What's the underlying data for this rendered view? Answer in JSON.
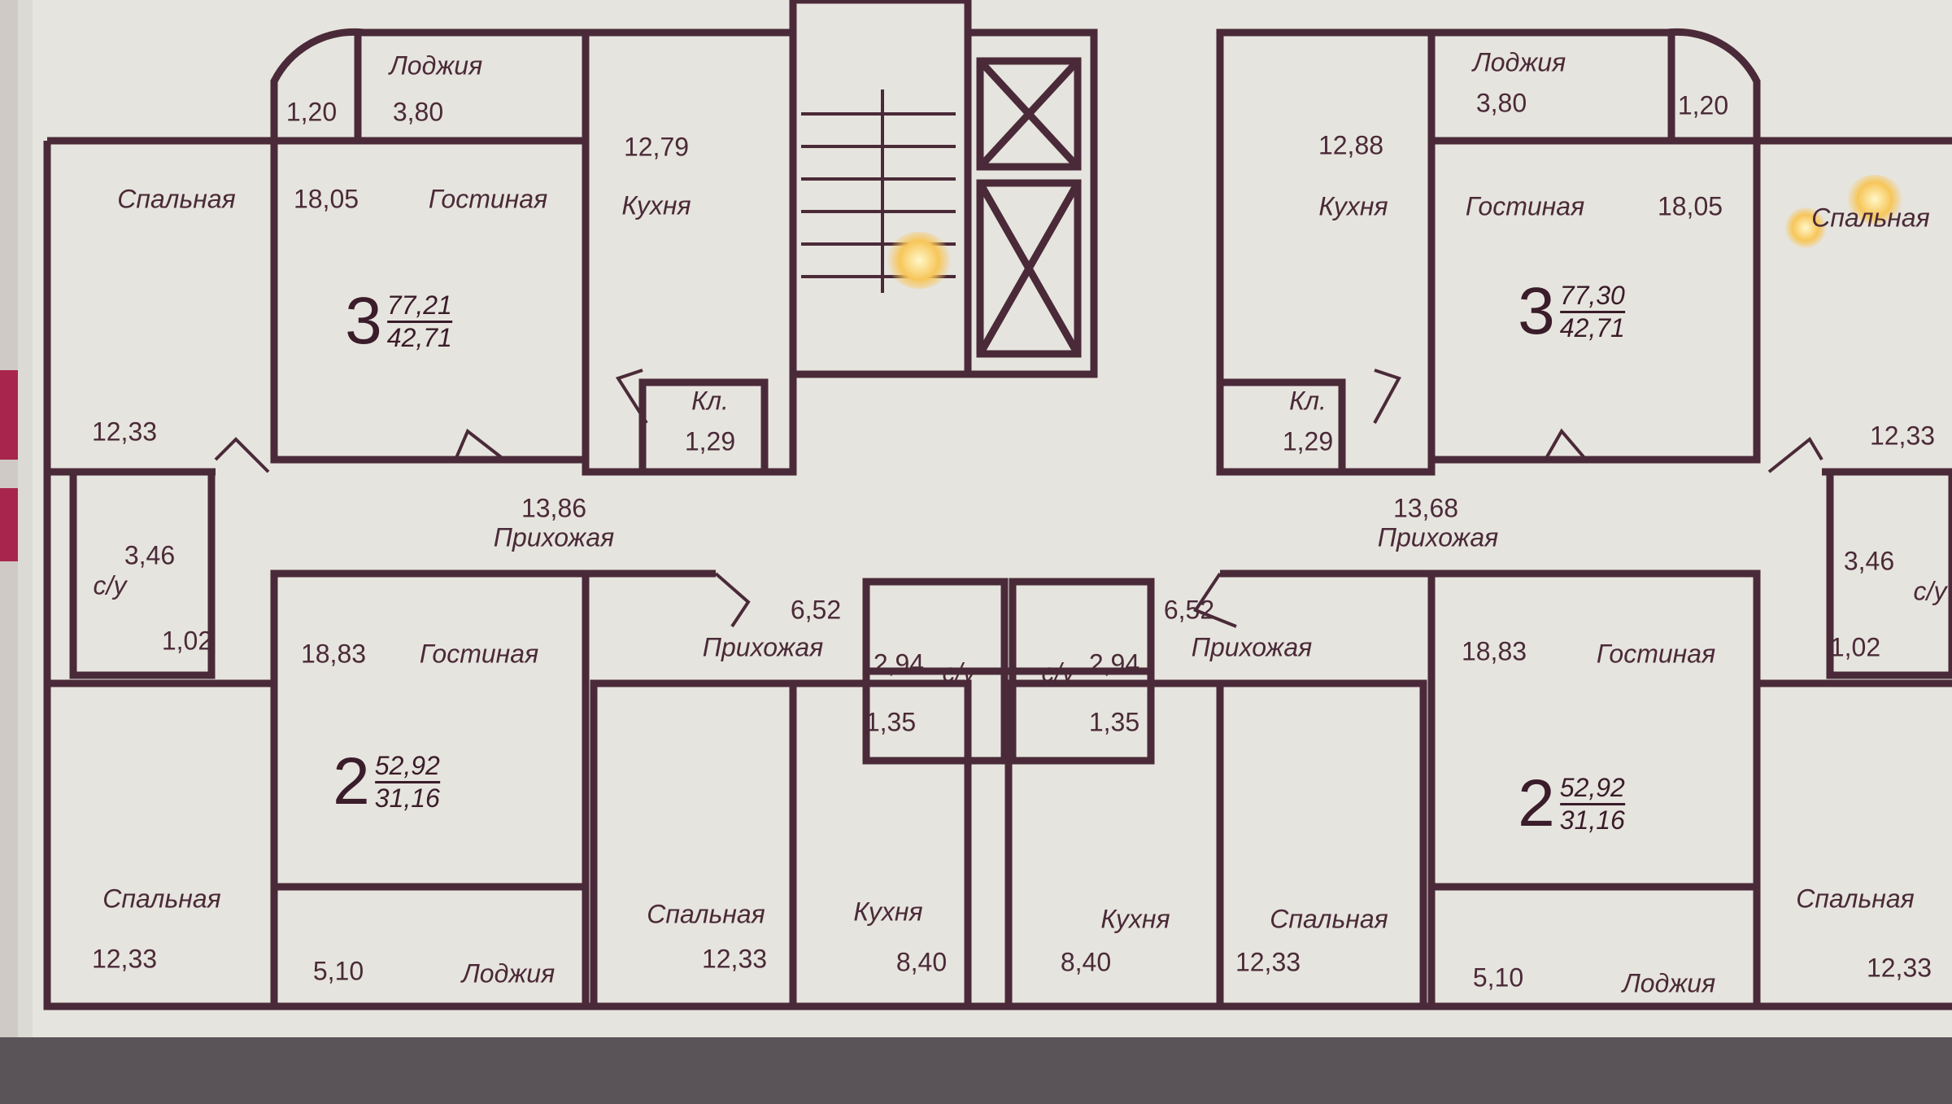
{
  "colors": {
    "wall": "#4a2a38",
    "paper": "#e6e4de",
    "edge": "#a8264e"
  },
  "apartments": [
    {
      "rooms": "3",
      "total": "77,21",
      "living": "42,71"
    },
    {
      "rooms": "3",
      "total": "77,30",
      "living": "42,71"
    },
    {
      "rooms": "2",
      "total": "52,92",
      "living": "31,16"
    },
    {
      "rooms": "2",
      "total": "52,92",
      "living": "31,16"
    }
  ],
  "labels": {
    "loggia": "Лоджия",
    "bedroom": "Спальная",
    "living": "Гостиная",
    "kitchen": "Кухня",
    "hall": "Прихожая",
    "pantry": "Кл.",
    "bath": "с/у"
  },
  "areas": {
    "tl_balcony": "1,20",
    "tl_loggia": "3,80",
    "tl_kitchen": "12,79",
    "tl_living": "18,05",
    "tl_bedroom": "12,33",
    "tl_pantry": "1,29",
    "tl_hall": "13,86",
    "tl_bath": "3,46",
    "tl_wc": "1,02",
    "tr_balcony": "1,20",
    "tr_loggia": "3,80",
    "tr_kitchen": "12,88",
    "tr_living": "18,05",
    "tr_bedroom": "12,33",
    "tr_pantry": "1,29",
    "tr_hall": "13,68",
    "tr_bath": "3,46",
    "tr_wc": "1,02",
    "bl_living": "18,83",
    "bl_bedroom_outer": "12,33",
    "bl_loggia": "5,10",
    "bl_hall": "6,52",
    "bl_bath": "2,94",
    "bl_wc": "1,35",
    "bl_bedroom": "12,33",
    "bl_kitchen": "8,40",
    "br_living": "18,83",
    "br_bedroom_outer": "12,33",
    "br_loggia": "5,10",
    "br_hall": "6,52",
    "br_bath": "2,94",
    "br_wc": "1,35",
    "br_bedroom": "12,33",
    "br_kitchen": "8,40"
  }
}
